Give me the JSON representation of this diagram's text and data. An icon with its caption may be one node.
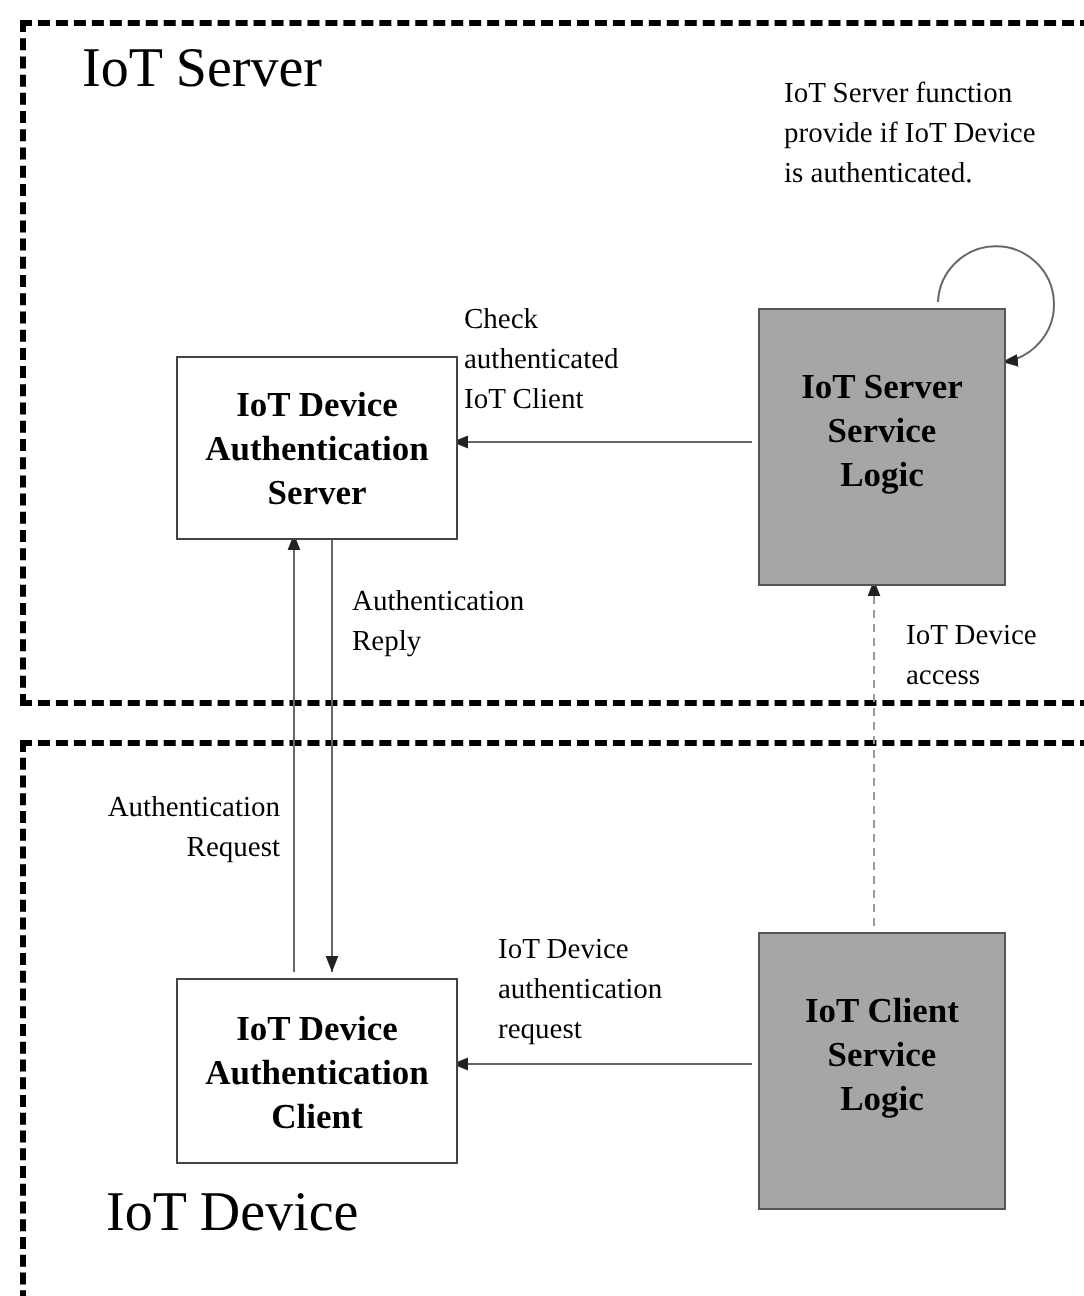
{
  "diagram": {
    "nodes": [
      {
        "text": [
          "IoT Server"
        ]
      },
      {
        "text": [
          "IoT Device Authentication Server"
        ],
        "in": 0
      },
      {
        "text": [
          "IoT Server Service Logic"
        ],
        "in": 0
      },
      {
        "text": [
          "IoT Device"
        ]
      },
      {
        "text": [
          "IoT Device Authentication Client"
        ],
        "in": 3
      },
      {
        "text": [
          "IoT Client Service Logic"
        ],
        "in": 3
      }
    ],
    "edges": [
      {
        "from": 2,
        "to": 1,
        "arrow": "to",
        "label": "Check authenticated IoT Client"
      },
      {
        "from": 2,
        "to": 2,
        "arrow": "to",
        "label": "IoT Server function provide if IoT Device is authenticated."
      },
      {
        "from": 4,
        "to": 1,
        "arrow": "to",
        "label": "Authentication Request"
      },
      {
        "from": 1,
        "to": 4,
        "arrow": "to",
        "label": "Authentication Reply"
      },
      {
        "from": 5,
        "to": 2,
        "arrow": "to",
        "label": "IoT Device access",
        "style": "dashed"
      },
      {
        "from": 5,
        "to": 4,
        "arrow": "to",
        "label": "IoT Device authentication request"
      }
    ]
  }
}
